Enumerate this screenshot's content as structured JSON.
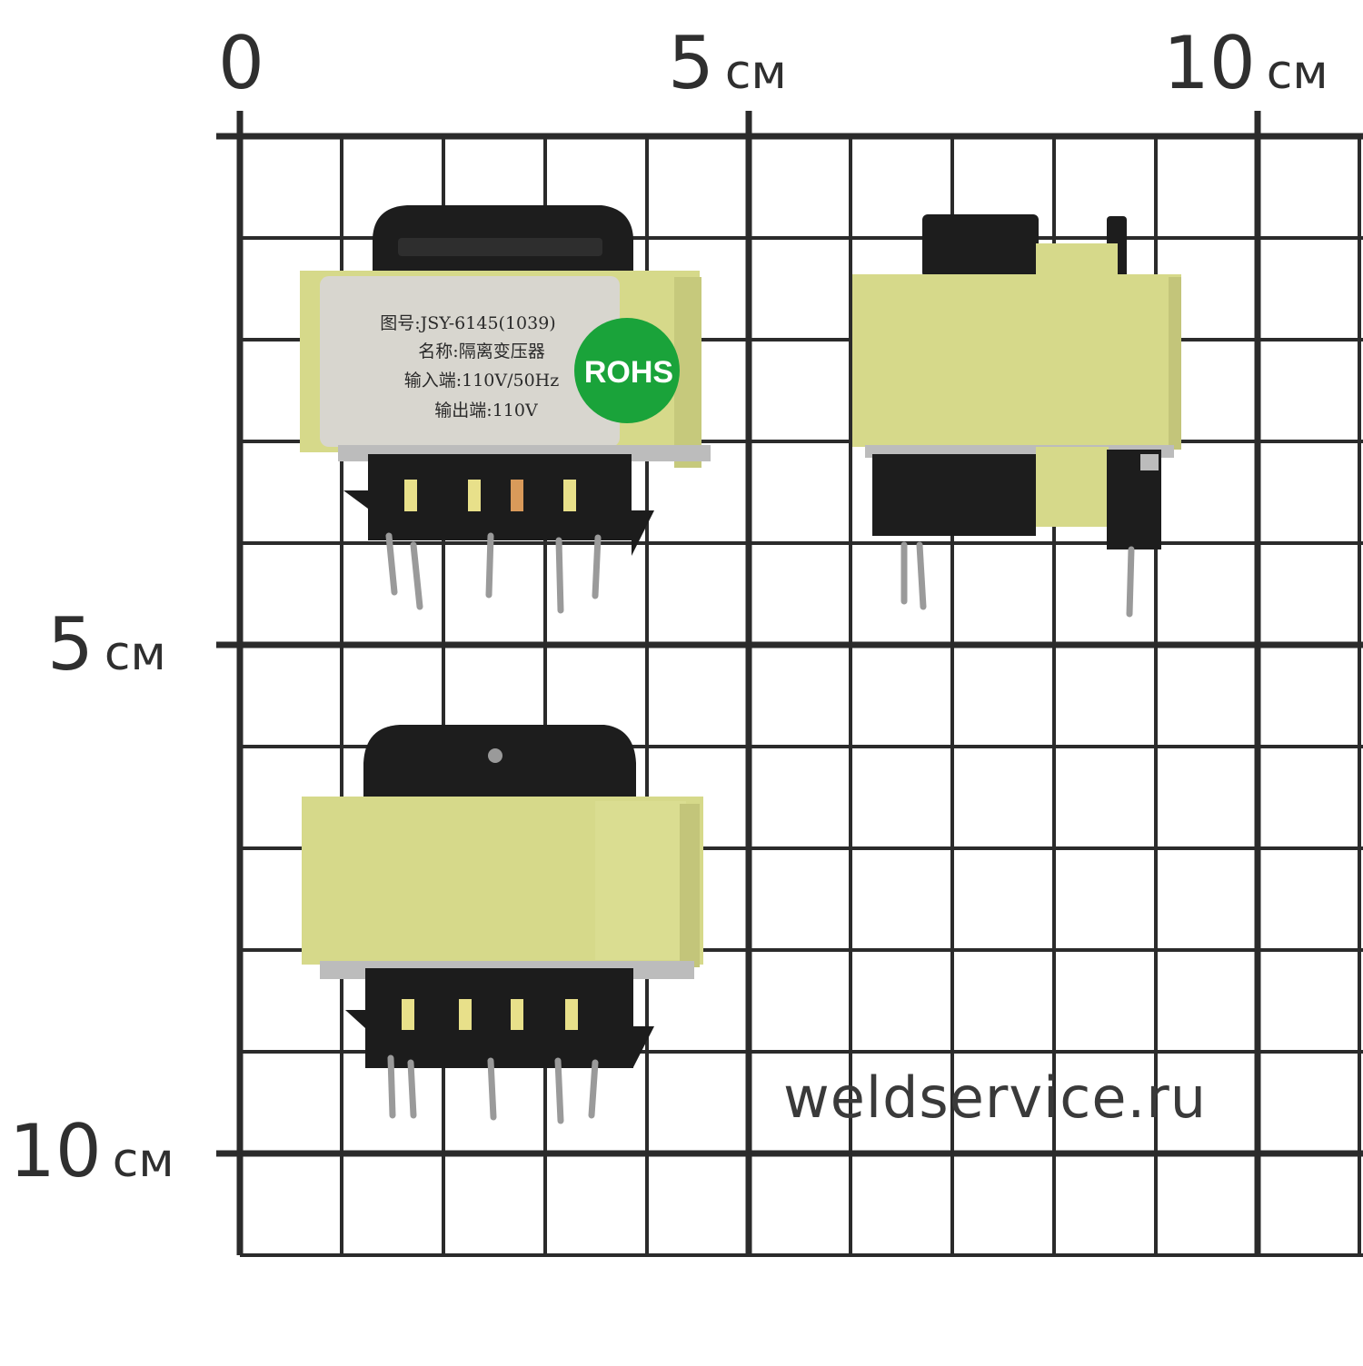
{
  "ruler": {
    "x_labels": [
      {
        "value": "0",
        "unit": ""
      },
      {
        "value": "5",
        "unit": "см"
      },
      {
        "value": "10",
        "unit": "см"
      }
    ],
    "y_labels": [
      {
        "value": "5",
        "unit": "см"
      },
      {
        "value": "10",
        "unit": "см"
      }
    ]
  },
  "label_sticker": {
    "line1": "图号:JSY-6145(1039)",
    "line2": "名称:隔离变压器",
    "line3": "输入端:110V/50Hz",
    "line4": "输出端:110V",
    "badge": "ROHS"
  },
  "watermark": "weldservice.ru",
  "colors": {
    "grid": "#2b2b2b",
    "tape": "#d9dc8e",
    "bobbin": "#1c1c1c",
    "sticker": "#d8d6cf",
    "badge": "#1aa33a"
  }
}
